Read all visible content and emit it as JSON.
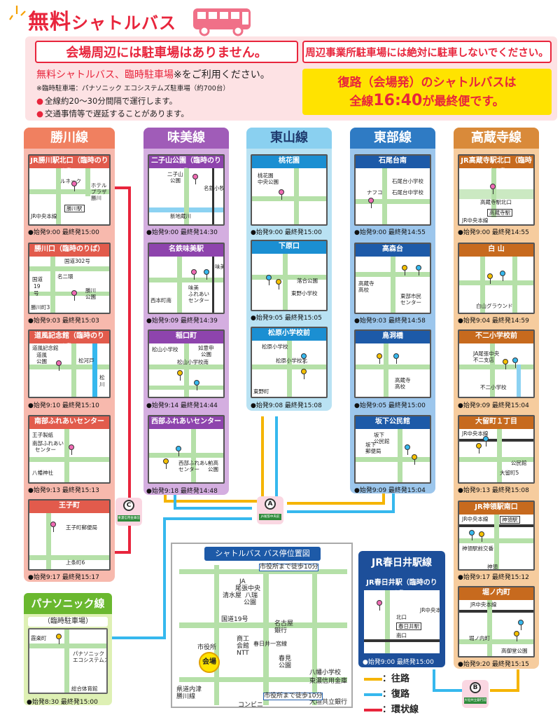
{
  "header": {
    "title_main": "無料",
    "title_sub": "シャトルバス",
    "warning_left": "会場周辺には駐車場はありません。",
    "warning_right": "周辺事業所駐車場には絶対に駐車しないでください。",
    "info_line1_red": "無料シャトルバス、臨時駐車場",
    "info_line1_black": "※をご利用ください。",
    "info_note": "※臨時駐車場：パナソニック エコシステムズ駐車場（約700台）",
    "bullet1": "全線約20～30分間隔で運行します。",
    "bullet2": "交通事情等で遅延することがあります。",
    "yellow_line1": "復路（会場発）のシャトルバスは",
    "yellow_line2a": "全線",
    "yellow_line2b": "16:40",
    "yellow_line2c": "が最終便です。"
  },
  "colors": {
    "red": "#e8253c",
    "yellow": "#ffe300",
    "pink": "#f06bb4",
    "blue": "#36b8ee"
  },
  "lines": {
    "katsukawa": {
      "name": "勝川線",
      "stops": [
        {
          "name": "JR勝川駅北口（臨時のりば）",
          "time": "始発9:00 最終発15:00",
          "labels": [
            "ルネック",
            "ホテル",
            "プラザ",
            "勝川",
            "勝川駅",
            "JR中央本線"
          ]
        },
        {
          "name": "勝川口（臨時のりば）",
          "time": "始発9:03 最終発15:03",
          "labels": [
            "国道302号",
            "名二環",
            "国道",
            "19",
            "号",
            "勝川",
            "公園",
            "勝川町3"
          ]
        },
        {
          "name": "道風記念館（臨時のりば）",
          "time": "始発9:10 最終発15:10",
          "labels": [
            "道風記念館",
            "道風",
            "公園",
            "松河戸",
            "松",
            "川"
          ]
        },
        {
          "name": "南部ふれあいセンター",
          "time": "始発9:13 最終発15:13",
          "labels": [
            "王子製紙",
            "南部ふれあい",
            "センター",
            "八幡神社"
          ]
        },
        {
          "name": "王子町",
          "time": "始発9:17 最終発15:17",
          "labels": [
            "王子町郵便局",
            "上条町6"
          ]
        }
      ]
    },
    "ajiyoshi": {
      "name": "味美線",
      "stops": [
        {
          "name": "二子山公園（臨時のりば）",
          "time": "始発9:00 最終発14:30",
          "labels": [
            "二子山",
            "公園",
            "名鉄小牧線",
            "新地蔵川"
          ]
        },
        {
          "name": "名鉄味美駅",
          "time": "始発9:09 最終発14:39",
          "labels": [
            "味美",
            "ふれあい",
            "センター",
            "西本町南",
            "味美駅"
          ]
        },
        {
          "name": "稲口町",
          "time": "始発9:14 最終発14:44",
          "labels": [
            "松山小学校",
            "如意申",
            "公園",
            "松山小学校南"
          ]
        },
        {
          "name": "西部ふれあいセンター",
          "time": "始発9:18 最終発14:48",
          "labels": [
            "西部ふれあい",
            "センター",
            "前高",
            "公園"
          ]
        }
      ]
    },
    "higashiyama": {
      "name": "東山線",
      "stops": [
        {
          "name": "桃花園",
          "time": "始発9:00 最終発15:00",
          "labels": [
            "桃花園",
            "中央公園"
          ]
        },
        {
          "name": "下原口",
          "time": "始発9:05 最終発15:05",
          "labels": [
            "落合公園",
            "東野小学校"
          ]
        },
        {
          "name": "松原小学校前",
          "time": "始発9:08 最終発15:08",
          "labels": [
            "松原小学校",
            "松原小学校北",
            "東野町"
          ]
        }
      ]
    },
    "tobu": {
      "name": "東部線",
      "stops": [
        {
          "name": "石尾台南",
          "time": "始発9:00 最終発14:55",
          "labels": [
            "石尾台小学校",
            "石尾台中学校",
            "ナフコ"
          ]
        },
        {
          "name": "高森台",
          "time": "始発9:03 最終発14:58",
          "labels": [
            "高蔵寺",
            "高校",
            "東部市民",
            "センター"
          ]
        },
        {
          "name": "鳥洞橋",
          "time": "始発9:05 最終発15:00",
          "labels": [
            "高蔵寺",
            "高校"
          ]
        },
        {
          "name": "坂下公民館",
          "time": "始発9:09 最終発15:04",
          "labels": [
            "坂下",
            "郵便局",
            "坂下",
            "公民館"
          ]
        }
      ]
    },
    "kozoji": {
      "name": "高蔵寺線",
      "stops": [
        {
          "name": "JR高蔵寺駅北口（臨時のりば）",
          "time": "始発9:00 最終発14:55",
          "labels": [
            "高蔵寺駅北口",
            "高蔵寺駅",
            "JR中央本線"
          ]
        },
        {
          "name": "白 山",
          "time": "始発9:04 最終発14:59",
          "labels": [
            "白山グラウンド"
          ]
        },
        {
          "name": "不二小学校前",
          "time": "始発9:09 最終発15:04",
          "labels": [
            "JA尾張中央",
            "不二支店",
            "不二小学校"
          ]
        },
        {
          "name": "大留町１丁目",
          "time": "始発9:13 最終発15:08",
          "labels": [
            "JR中央本線",
            "公民館",
            "大留町5"
          ]
        },
        {
          "name": "JR神領駅南口",
          "time": "始発9:17 最終発15:12",
          "labels": [
            "JR中央本線",
            "神領駅",
            "神領駅前交番",
            "神領"
          ]
        },
        {
          "name": "堀ノ内町",
          "time": "始発9:20 最終発15:15",
          "labels": [
            "JR中央本線",
            "高御堂公園",
            "堀ノ内町"
          ]
        }
      ]
    },
    "panasonic": {
      "name": "パナソニック線",
      "parking": "（臨時駐車場）",
      "time": "始発8:30 最終発15:00",
      "labels": [
        "霞楽町",
        "パナソニック",
        "エコシステムズ",
        "総合体育館"
      ]
    },
    "kasugai": {
      "name": "JR春日井駅線",
      "stop": "JR春日井駅（臨時のりば）",
      "time": "始発9:00 最終発15:00",
      "labels": [
        "春日井駅",
        "北口",
        "南口",
        "JR中央本線"
      ]
    }
  },
  "stops_map": {
    "title": "シャトルバス バス停位置図",
    "walk_a": "市役所まで徒歩10分",
    "walk_c": "市役所まで徒歩10分",
    "labels": [
      "JA",
      "尾張中央",
      "清水屋",
      "八瑞",
      "公園",
      "国道19号",
      "名古屋",
      "銀行",
      "市役所",
      "商工",
      "会館",
      "NTT",
      "春日井一宮線",
      "春見",
      "公園",
      "八幡小学校",
      "東濃信用金庫",
      "県道内津",
      "勝川線",
      "コンビニ",
      "大垣共立銀行"
    ],
    "venue": "会場"
  },
  "stop_badges": {
    "A": {
      "letter": "A",
      "name": "JA尾張中央前"
    },
    "B": {
      "letter": "B",
      "name": "大垣共立銀行前"
    },
    "C": {
      "letter": "C",
      "name": "東濃信用金庫前"
    }
  },
  "legend": {
    "outbound": "：往路",
    "return": "：復路",
    "loop": "：環状線"
  }
}
